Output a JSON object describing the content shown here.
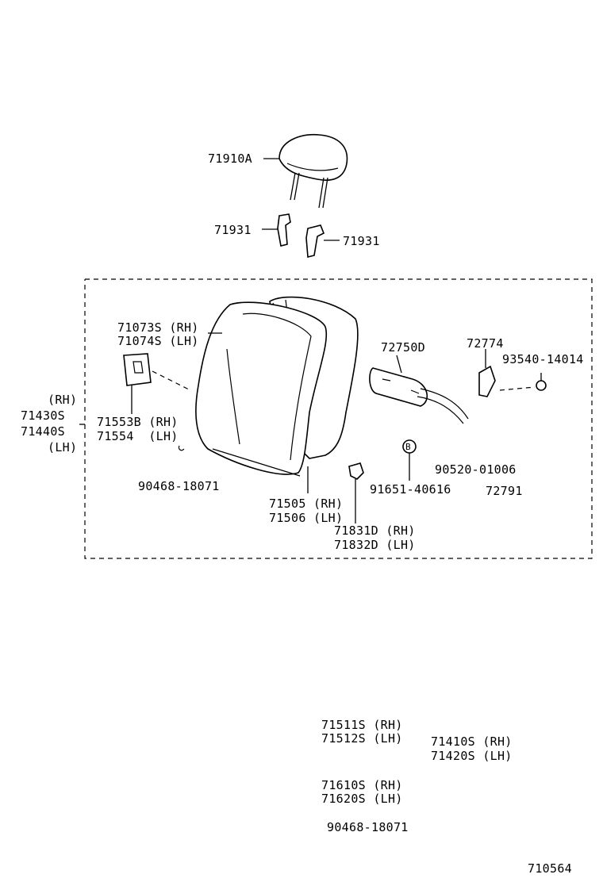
{
  "labels": {
    "headrest": "71910A",
    "support_left": "71931",
    "support_right": "71931",
    "back_cover_rh": "71073S (RH)",
    "back_cover_lh": "71074S (LH)",
    "back_assy_rh_tag": "(RH)",
    "back_assy_rh": "71430S",
    "back_assy_lh": "71440S",
    "back_assy_lh_tag": "(LH)",
    "side_cover_rh": "71553B (RH)",
    "side_cover_lh": "71554  (LH)",
    "hog_ring_top": "90468-18071",
    "back_pad_rh": "71505 (RH)",
    "back_pad_lh": "71506 (LH)",
    "guide_rh": "71831D (RH)",
    "guide_lh": "71832D (LH)",
    "lumbar_pad": "72750D",
    "lumbar_knob": "72774",
    "screw": "93540-14014",
    "clip": "91651-40616",
    "clip_marker": "B",
    "pin": "90520-01006",
    "lever": "72791",
    "cushion_cover_rh": "71511S (RH)",
    "cushion_cover_lh": "71512S (LH)",
    "cushion_assy_rh": "71410S (RH)",
    "cushion_assy_lh": "71420S (LH)",
    "cushion_frame_rh": "71610S (RH)",
    "cushion_frame_lh": "71620S (LH)",
    "hog_ring_bottom": "90468-18071",
    "figure_code": "710564"
  }
}
